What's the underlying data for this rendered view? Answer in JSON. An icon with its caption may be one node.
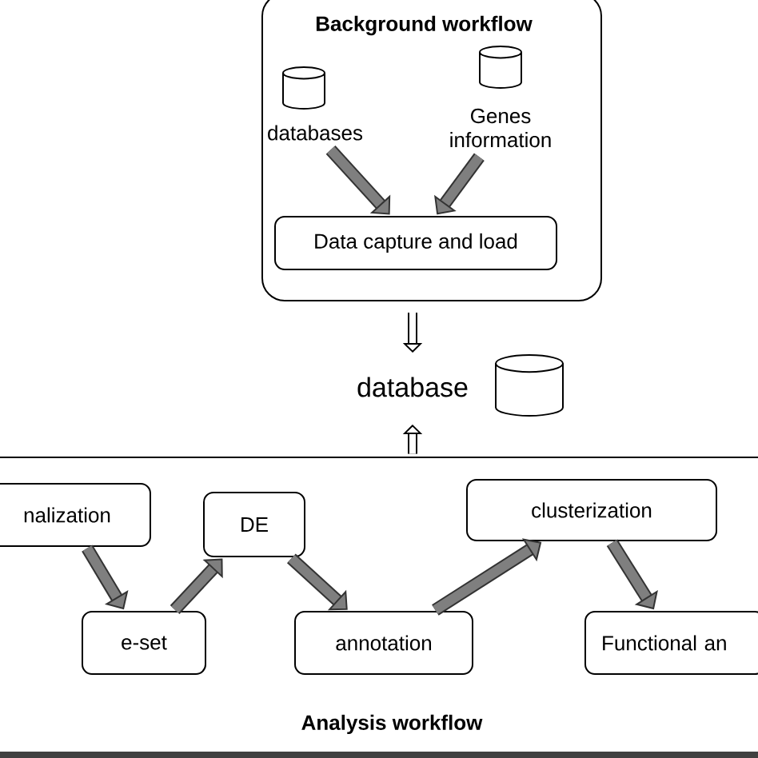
{
  "diagram": {
    "nodes": [
      {
        "text": [
          "Background workflow"
        ]
      },
      {
        "text": [
          "databases"
        ],
        "in": 0
      },
      {
        "text": [
          "Genes information"
        ],
        "in": 0
      },
      {
        "text": [
          "Data capture and load"
        ],
        "in": 0
      },
      {
        "text": [
          "database"
        ]
      },
      {
        "text": [
          "Analysis workflow"
        ]
      },
      {
        "text": [
          "nalization"
        ],
        "in": 5
      },
      {
        "text": [
          "DE"
        ],
        "in": 5
      },
      {
        "text": [
          "clusterization"
        ],
        "in": 5
      },
      {
        "text": [
          "e-set"
        ],
        "in": 5
      },
      {
        "text": [
          "annotation"
        ],
        "in": 5
      },
      {
        "text": [
          "Functional an"
        ],
        "in": 5
      }
    ],
    "edges": [
      {
        "from": 1,
        "to": 3,
        "arrow": "to"
      },
      {
        "from": 2,
        "to": 3,
        "arrow": "to"
      },
      {
        "from": 0,
        "to": 4,
        "arrow": "to",
        "color": "#000000"
      },
      {
        "from": 5,
        "to": 4,
        "arrow": "to",
        "color": "#000000"
      },
      {
        "from": 6,
        "to": 9,
        "arrow": "to"
      },
      {
        "from": 9,
        "to": 7,
        "arrow": "to"
      },
      {
        "from": 7,
        "to": 10,
        "arrow": "to"
      },
      {
        "from": 10,
        "to": 8,
        "arrow": "to"
      },
      {
        "from": 8,
        "to": 11,
        "arrow": "to"
      }
    ]
  }
}
